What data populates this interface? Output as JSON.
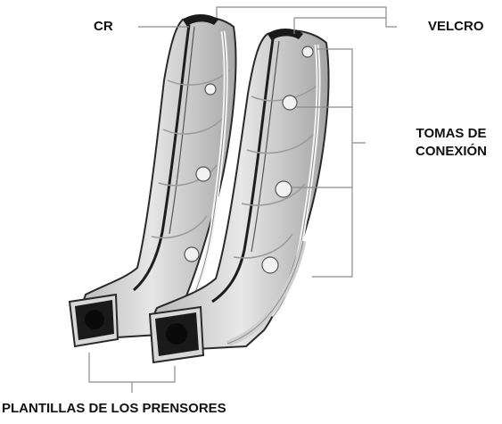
{
  "labels": {
    "cr": "CR",
    "velcro": "VELCRO",
    "tomas_line1": "TOMAS DE",
    "tomas_line2": "CONEXIÓN",
    "plantillas": "PLANTILLAS DE LOS PRENSORES"
  },
  "colors": {
    "sleeve": "#d4d4d4",
    "sleeve_shadow": "#9a9a9a",
    "outline": "#2a2a2a",
    "leader_line": "#8a8a8a",
    "foot_plate": "#1a1a1a"
  },
  "icons": [
    "compression-sleeve-illustration"
  ]
}
